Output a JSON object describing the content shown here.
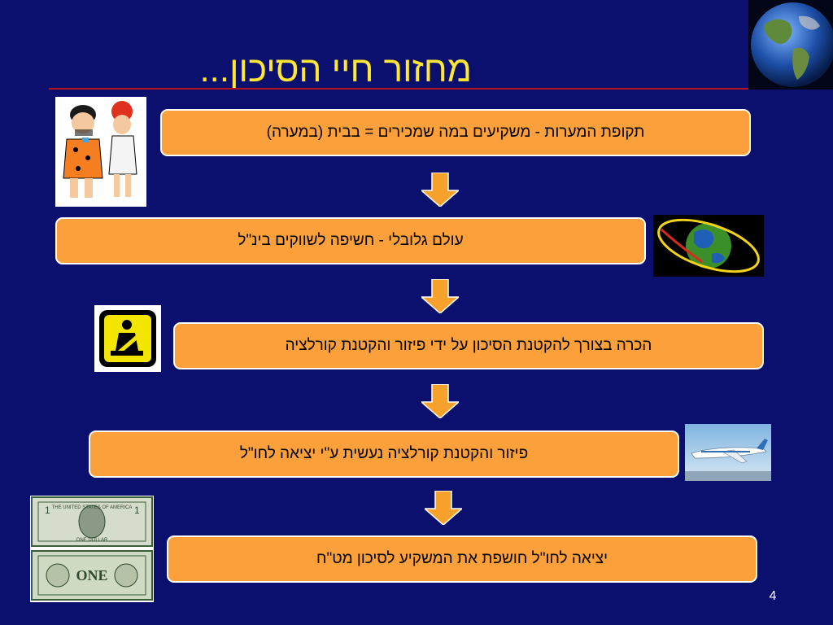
{
  "slide": {
    "title": "מחזור חיי הסיכון...",
    "page_number": "4"
  },
  "boxes": [
    "תקופת המערות - משקיעים במה שמכירים = בבית (במערה)",
    "עולם גלובלי - חשיפה לשווקים בינ\"ל",
    "הכרה בצורך להקטנת הסיכון על ידי פיזור והקטנת קורלציה",
    "פיזור והקטנת קורלציה נעשית ע\"י יציאה לחו\"ל",
    "יציאה לחו\"ל חושפת את המשקיע לסיכון מט\"ח"
  ],
  "banknote": {
    "top_text": "THE UNITED STATES OF AMERICA",
    "denomination": "1",
    "bottom_text": "ONE DOLLAR",
    "back_word": "ONE"
  },
  "colors": {
    "background": "#0b0f6e",
    "title": "#ffe733",
    "box_fill": "#fca03c",
    "arrow_fill": "#f7a12d",
    "divider": "#b5121b"
  }
}
